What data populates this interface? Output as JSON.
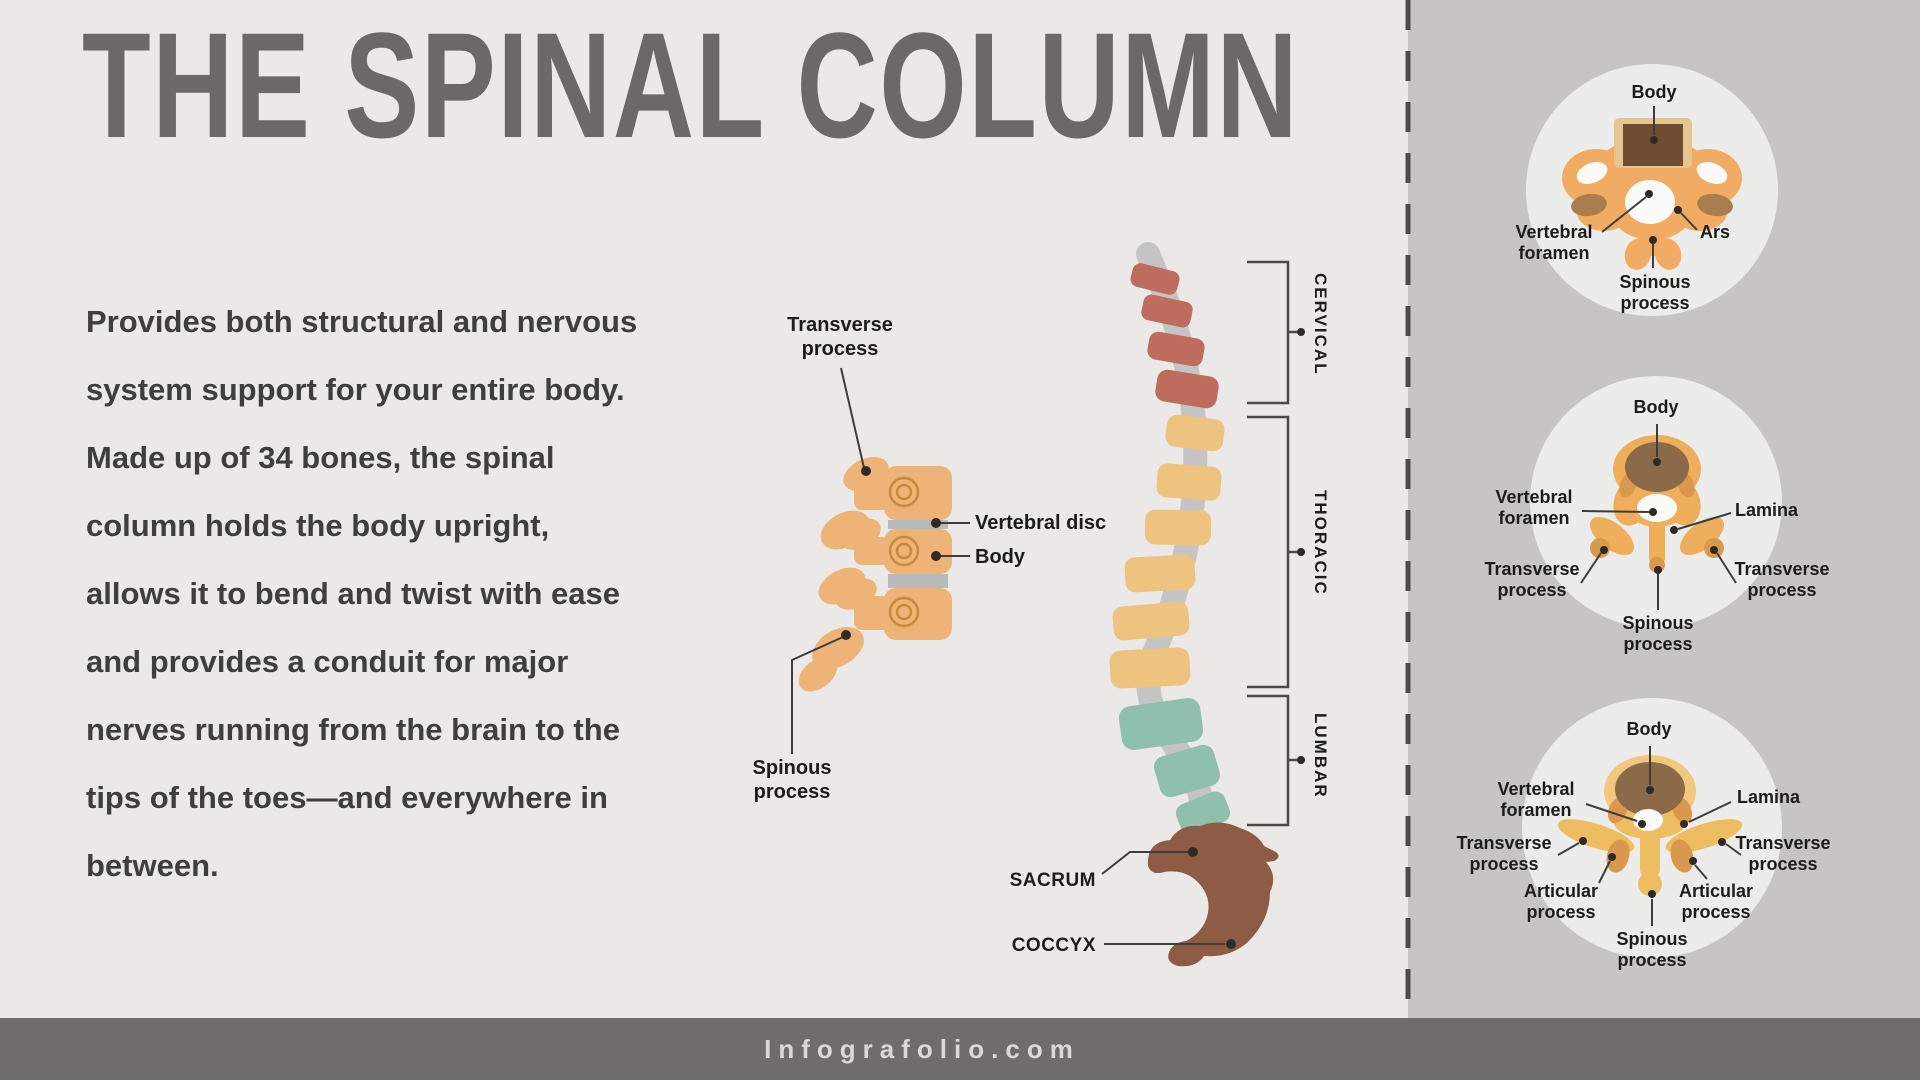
{
  "page": {
    "title": "THE SPINAL COLUMN",
    "description": "Provides both structural and nervous\nsystem support for your entire body.\nMade up of 34 bones, the spinal\ncolumn holds the body upright,\nallows it to bend and twist with ease\nand provides a conduit for major\nnerves running from the brain to the\ntips of the toes—and everywhere in\nbetween.",
    "footer": "Infografolio.com"
  },
  "palette": {
    "background_left": "#eae9e8",
    "background_right": "#c6c5c4",
    "circle_bg": "#ececeb",
    "footer_bg": "#6f6d6c",
    "title_color": "#6a6968",
    "text_color": "#3e3e3e",
    "label_color": "#1c1c1c",
    "leader_line": "#3d3d3d",
    "bone_orange": "#eeb376",
    "bone_orange_bright": "#f2ab62",
    "bone_yellow": "#eebd62",
    "bone_ring_tan": "#f2c77e",
    "bone_brown_body": "#8a6a49",
    "bone_dark_square": "#6e4d30",
    "bone_side_oval": "#a97e4e",
    "tip_dark": "#d8994f",
    "disc_gray": "#b7bbbe",
    "cord_gray": "#c4c4c5"
  },
  "stack_diagram": {
    "labels": {
      "transverse_process": "Transverse\nprocess",
      "vertebral_disc": "Vertebral disc",
      "body": "Body",
      "spinous_process": "Spinous\nprocess"
    }
  },
  "spine_diagram": {
    "sections": [
      {
        "label": "CERVICAL",
        "color": "#bd6c5e",
        "vertebra_count": 4
      },
      {
        "label": "THORACIC",
        "color": "#eec380",
        "vertebra_count": 6
      },
      {
        "label": "LUMBAR",
        "color": "#8fc0ac",
        "vertebra_count": 3
      }
    ],
    "sacrum": {
      "label": "SACRUM",
      "color": "#8e5c45"
    },
    "coccyx": {
      "label": "COCCYX"
    }
  },
  "cross_sections": {
    "cervical": {
      "body": "Body",
      "vertebral_foramen": "Vertebral\nforamen",
      "ars": "Ars",
      "spinous_process": "Spinous\nprocess"
    },
    "thoracic": {
      "body": "Body",
      "vertebral_foramen": "Vertebral\nforamen",
      "lamina": "Lamina",
      "transverse_process": "Transverse\nprocess",
      "spinous_process": "Spinous\nprocess"
    },
    "lumbar": {
      "body": "Body",
      "vertebral_foramen": "Vertebral\nforamen",
      "lamina": "Lamina",
      "transverse_process": "Transverse\nprocess",
      "articular_process": "Articular\nprocess",
      "spinous_process": "Spinous\nprocess"
    }
  }
}
